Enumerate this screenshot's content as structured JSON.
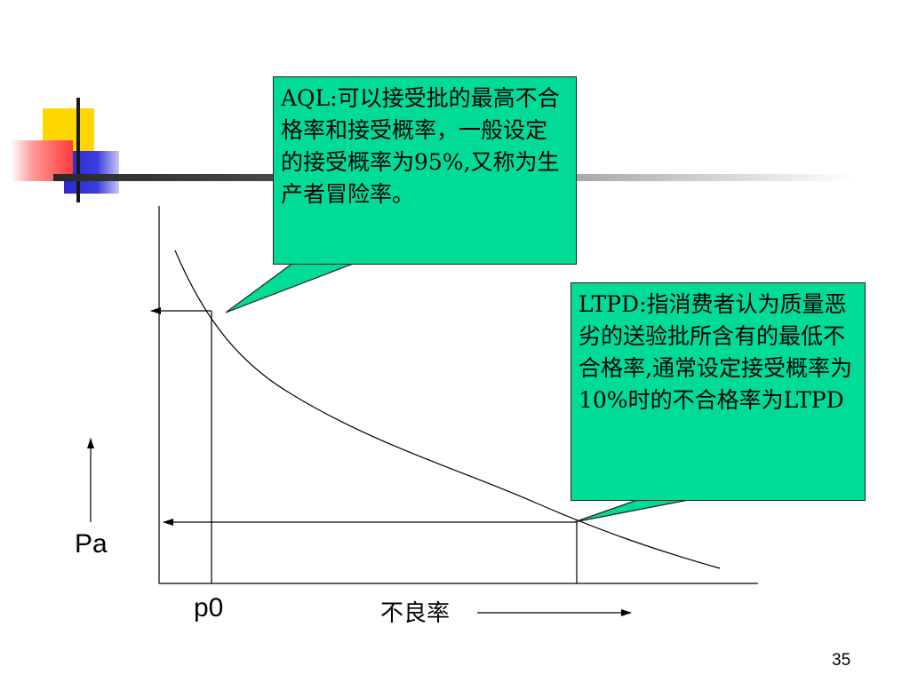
{
  "callouts": {
    "aql": "AQL:可以接受批的最高不合格率和接受概率，一般设定的接受概率为95%,又称为生产者冒险率。",
    "ltpd": "LTPD:指消费者认为质量恶劣的送验批所含有的最低不合格率,通常设定接受概率为10%时的不合格率为LTPD"
  },
  "axes": {
    "y_label": "Pa",
    "x_point_label": "p0",
    "x_label": "不良率"
  },
  "page_number": "35",
  "colors": {
    "callout_fill": "#00dc96",
    "deco_yellow": "#ffd700",
    "deco_red": "#ff3a3a",
    "deco_blue": "#2a2ad0"
  }
}
